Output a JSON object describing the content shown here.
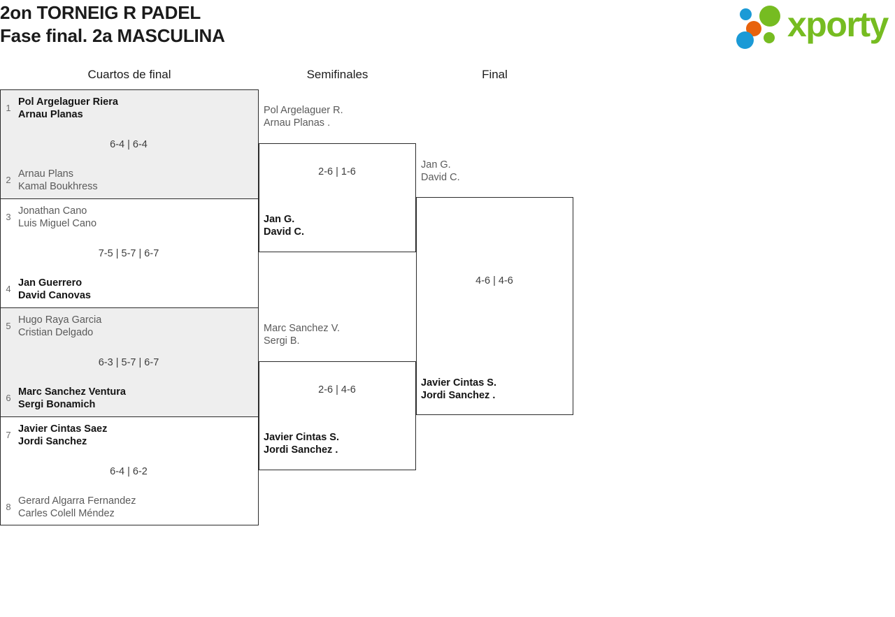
{
  "header": {
    "title_line1": "2on TORNEIG R PADEL",
    "title_line2": "Fase final. 2a MASCULINA",
    "logo_text": "xporty",
    "logo_colors": {
      "blue": "#1b9ad6",
      "orange": "#e8620c",
      "green": "#76bc21"
    }
  },
  "columns": {
    "quarterfinals": "Cuartos de final",
    "semifinals": "Semifinales",
    "final": "Final"
  },
  "quarterfinals": [
    {
      "score": "6-4 | 6-4",
      "top": {
        "seed": "1",
        "line1": "Pol Argelaguer Riera",
        "line2": "Arnau Planas",
        "result": "winner"
      },
      "bottom": {
        "seed": "2",
        "line1": "Arnau Plans",
        "line2": "Kamal Boukhress",
        "result": "loser"
      }
    },
    {
      "score": "7-5 | 5-7 | 6-7",
      "top": {
        "seed": "3",
        "line1": "Jonathan Cano",
        "line2": "Luis Miguel Cano",
        "result": "loser"
      },
      "bottom": {
        "seed": "4",
        "line1": "Jan Guerrero",
        "line2": "David Canovas",
        "result": "winner"
      }
    },
    {
      "score": "6-3 | 5-7 | 6-7",
      "top": {
        "seed": "5",
        "line1": "Hugo Raya Garcia",
        "line2": "Cristian Delgado",
        "result": "loser"
      },
      "bottom": {
        "seed": "6",
        "line1": "Marc Sanchez Ventura",
        "line2": "Sergi Bonamich",
        "result": "winner"
      }
    },
    {
      "score": "6-4 | 6-2",
      "top": {
        "seed": "7",
        "line1": "Javier Cintas Saez",
        "line2": "Jordi Sanchez",
        "result": "winner"
      },
      "bottom": {
        "seed": "8",
        "line1": "Gerard Algarra Fernandez",
        "line2": "Carles Colell Méndez",
        "result": "loser"
      }
    }
  ],
  "semifinals": [
    {
      "score": "2-6 | 1-6",
      "top": {
        "line1": "Pol Argelaguer R.",
        "line2": "Arnau Planas .",
        "result": "loser"
      },
      "bottom": {
        "line1": "Jan G.",
        "line2": "David C.",
        "result": "winner"
      }
    },
    {
      "score": "2-6 | 4-6",
      "top": {
        "line1": "Marc Sanchez V.",
        "line2": "Sergi B.",
        "result": "loser"
      },
      "bottom": {
        "line1": "Javier Cintas S.",
        "line2": "Jordi Sanchez .",
        "result": "winner"
      }
    }
  ],
  "final": {
    "score": "4-6 | 4-6",
    "top": {
      "line1": "Jan G.",
      "line2": "David C.",
      "result": "loser"
    },
    "bottom": {
      "line1": "Javier Cintas S.",
      "line2": "Jordi Sanchez .",
      "result": "winner"
    }
  }
}
